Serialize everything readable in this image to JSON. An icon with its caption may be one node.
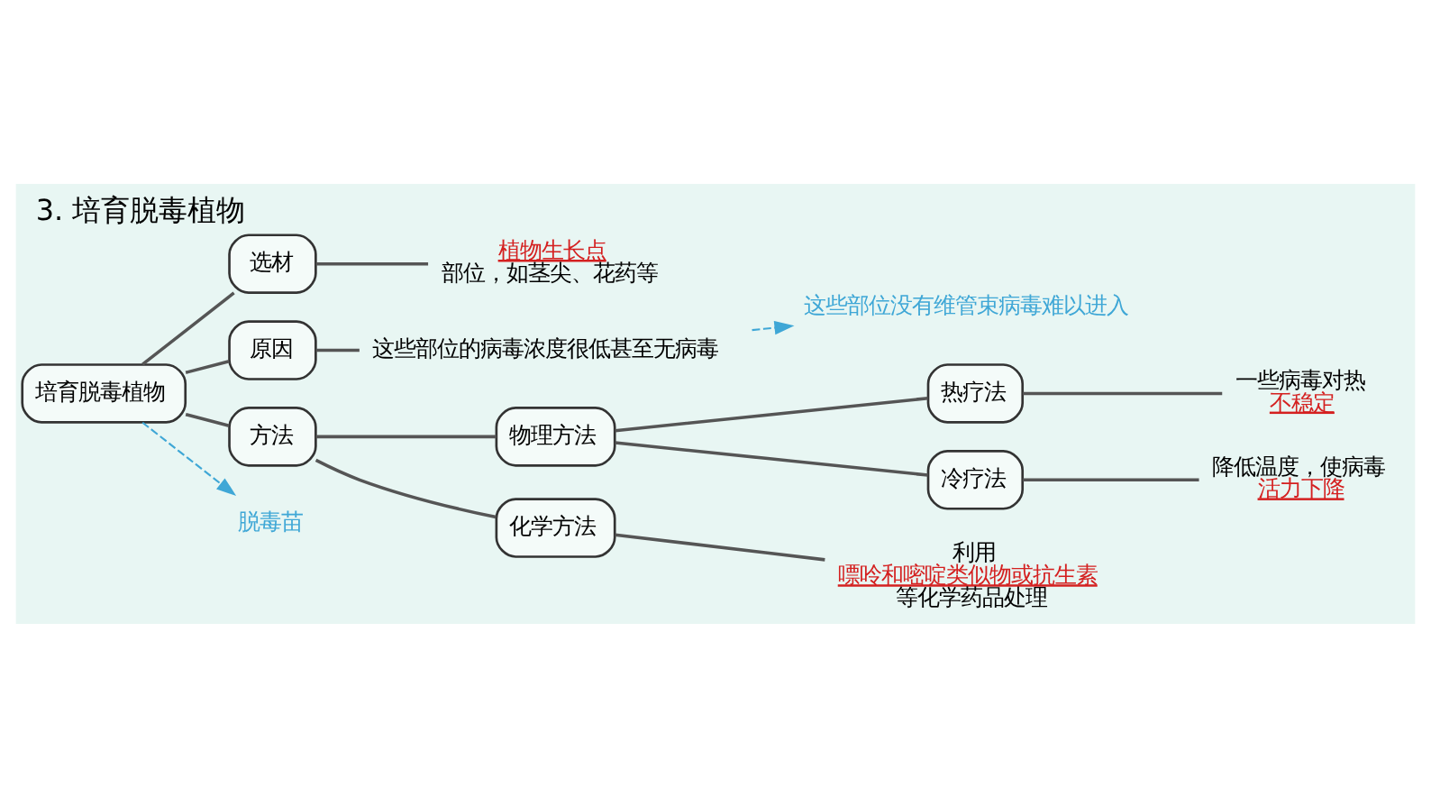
{
  "diagram": {
    "title": "3. 培育脱毒植物",
    "nodes": [
      {
        "text": [
          "培育脱毒植物"
        ]
      },
      {
        "text": [
          "选材"
        ]
      },
      {
        "text": [
          "原因"
        ]
      },
      {
        "text": [
          "方法"
        ]
      },
      {
        "text": [
          "植物生长点",
          "部位，如茎尖、花药等"
        ]
      },
      {
        "text": [
          "这些部位的病毒浓度很低甚至无病毒"
        ]
      },
      {
        "text": [
          "这些部位没有维管束病毒难以进入"
        ]
      },
      {
        "text": [
          "脱毒苗"
        ]
      },
      {
        "text": [
          "物理方法"
        ]
      },
      {
        "text": [
          "化学方法"
        ]
      },
      {
        "text": [
          "热疗法"
        ]
      },
      {
        "text": [
          "冷疗法"
        ]
      },
      {
        "text": [
          "一些病毒对热",
          "不稳定"
        ]
      },
      {
        "text": [
          "降低温度，使病毒",
          "活力下降"
        ]
      },
      {
        "text": [
          "利用",
          "嘌呤和嘧啶类似物或抗生素",
          "等化学药品处理"
        ]
      }
    ],
    "edges": [
      {
        "from": 0,
        "to": 1,
        "arrow": "none"
      },
      {
        "from": 0,
        "to": 2,
        "arrow": "none"
      },
      {
        "from": 0,
        "to": 3,
        "arrow": "none"
      },
      {
        "from": 1,
        "to": 4,
        "arrow": "none"
      },
      {
        "from": 2,
        "to": 5,
        "arrow": "none"
      },
      {
        "from": 5,
        "to": 6,
        "arrow": "to",
        "style": "dashed",
        "color": "#3fa7d6"
      },
      {
        "from": 0,
        "to": 7,
        "arrow": "to",
        "style": "dashed",
        "color": "#3fa7d6"
      },
      {
        "from": 3,
        "to": 8,
        "arrow": "none"
      },
      {
        "from": 3,
        "to": 9,
        "arrow": "none"
      },
      {
        "from": 8,
        "to": 10,
        "arrow": "none"
      },
      {
        "from": 8,
        "to": 11,
        "arrow": "none"
      },
      {
        "from": 10,
        "to": 12,
        "arrow": "none"
      },
      {
        "from": 11,
        "to": 13,
        "arrow": "none"
      },
      {
        "from": 9,
        "to": 14,
        "arrow": "none"
      }
    ]
  }
}
